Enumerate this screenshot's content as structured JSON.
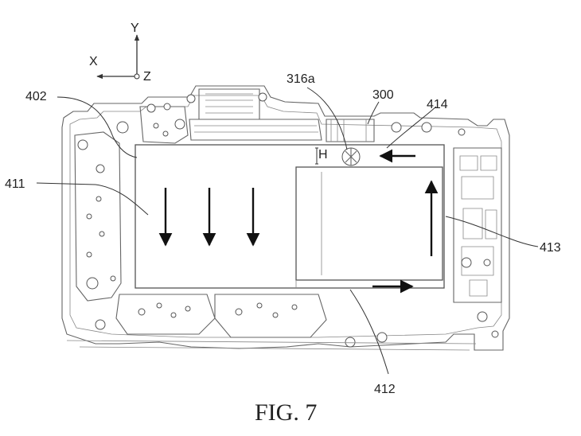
{
  "axes": {
    "y": "Y",
    "x": "X",
    "z": "Z"
  },
  "labels": {
    "l402": "402",
    "l411": "411",
    "l316a": "316a",
    "l300": "300",
    "l414": "414",
    "l413": "413",
    "l412": "412",
    "h": "H"
  },
  "caption": "FIG. 7",
  "colors": {
    "line": "#555555",
    "arrow": "#111111",
    "background": "#ffffff"
  },
  "flow_arrows": [
    {
      "id": "down-1",
      "direction": "down"
    },
    {
      "id": "down-2",
      "direction": "down"
    },
    {
      "id": "down-3",
      "direction": "down"
    },
    {
      "id": "left-top",
      "direction": "left"
    },
    {
      "id": "up-right",
      "direction": "up"
    },
    {
      "id": "right-bottom",
      "direction": "right"
    }
  ]
}
